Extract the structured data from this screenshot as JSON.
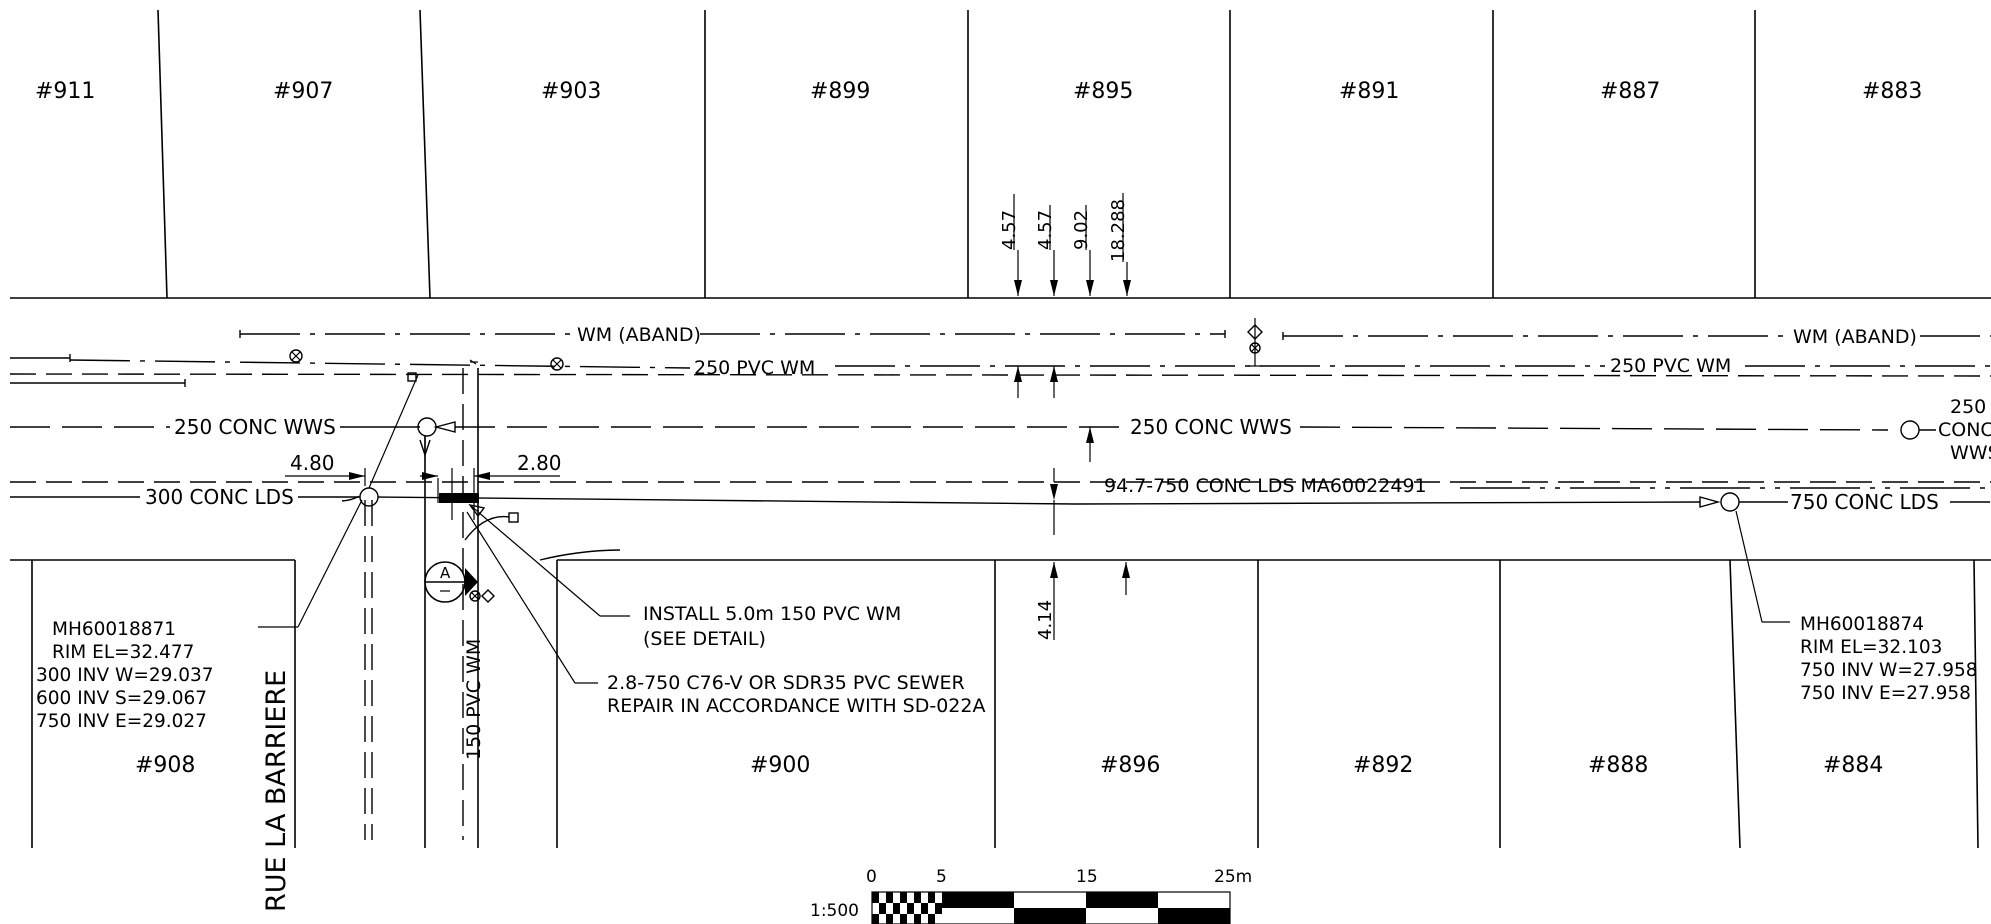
{
  "lots_north": [
    "#911",
    "#907",
    "#903",
    "#899",
    "#895",
    "#891",
    "#887",
    "#883"
  ],
  "lots_south": [
    "#908",
    "#900",
    "#896",
    "#892",
    "#888",
    "#884"
  ],
  "street_name": "RUE LA BARRIERE",
  "pipes": {
    "wm_aband_west": "WM (ABAND)",
    "wm_aband_east": "WM (ABAND)",
    "pvc_wm_west": "250 PVC WM",
    "pvc_wm_east": "250 PVC WM",
    "wws_west": "250 CONC WWS",
    "wws_mid": "250 CONC WWS",
    "wws_east_1": "250",
    "wws_east_2": "CONC",
    "wws_east_3": "WWS",
    "lds_west": "300 CONC LDS",
    "lds_mid": "94.7-750 CONC LDS MA60022491",
    "lds_east": "750 CONC LDS",
    "side_wm": "150 PVC WM"
  },
  "dimensions": {
    "d1": "4.57",
    "d2": "4.57",
    "d3": "9.02",
    "d4": "18.288",
    "left": "4.80",
    "right": "2.80",
    "south": "4.14"
  },
  "notes": {
    "install_1": "INSTALL 5.0m 150 PVC WM",
    "install_2": "(SEE DETAIL)",
    "repair_1": "2.8-750 C76-V OR SDR35 PVC SEWER",
    "repair_2": "REPAIR IN ACCORDANCE WITH SD-022A"
  },
  "manhole_west": {
    "lines": [
      "MH60018871",
      "RIM  EL=32.477",
      "300  INV  W=29.037",
      "600  INV  S=29.067",
      "750  INV  E=29.027"
    ]
  },
  "manhole_east": {
    "lines": [
      "MH60018874",
      "RIM  EL=32.103",
      "750  INV  W=27.958",
      "750  INV  E=27.958"
    ]
  },
  "valve_tag": "A",
  "scale": {
    "ratio": "1:500",
    "ticks": [
      "0",
      "5",
      "15",
      "25m"
    ]
  }
}
